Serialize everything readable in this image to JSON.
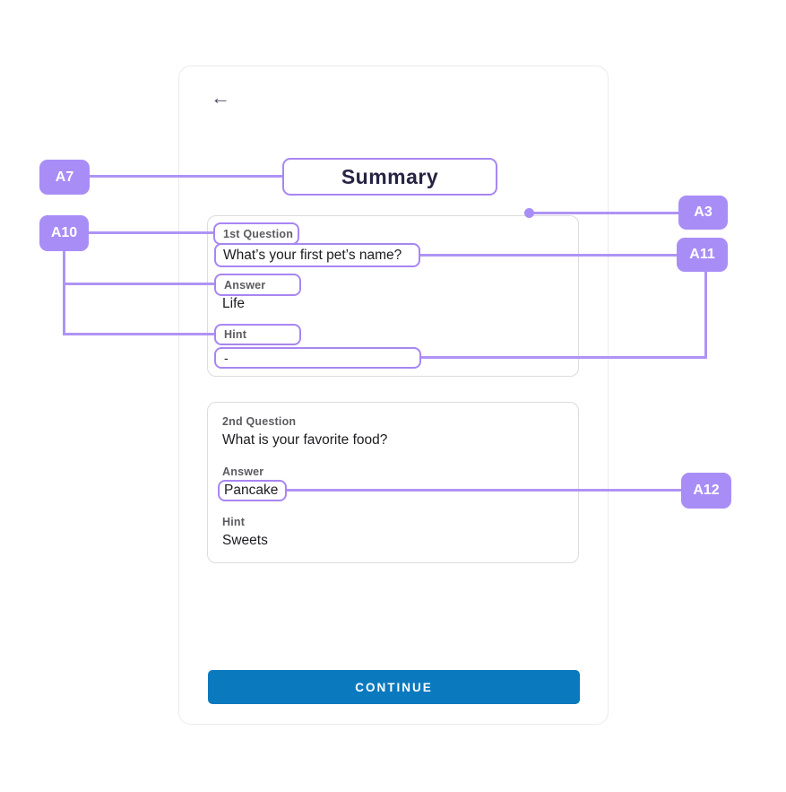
{
  "screen": {
    "back_icon": "←",
    "title": "Summary",
    "cards": [
      {
        "question_label": "1st Question",
        "question": "What’s your first pet’s name?",
        "answer_label": "Answer",
        "answer": "Life",
        "hint_label": "Hint",
        "hint": "-"
      },
      {
        "question_label": "2nd Question",
        "question": "What is your favorite food?",
        "answer_label": "Answer",
        "answer": "Pancake",
        "hint_label": "Hint",
        "hint": "Sweets"
      }
    ],
    "continue_label": "CONTINUE"
  },
  "annotations": {
    "a7": "A7",
    "a10": "A10",
    "a3": "A3",
    "a11": "A11",
    "a12": "A12"
  },
  "colors": {
    "badge_purple": "#a98df6",
    "line_purple": "#af93f5",
    "box_border_purple": "#a886f2",
    "button_blue": "#0b79be",
    "title_text": "#262343",
    "body_text": "#1d1b20",
    "label_gray": "#5c5b60",
    "card_border": "#dcdbe0"
  }
}
